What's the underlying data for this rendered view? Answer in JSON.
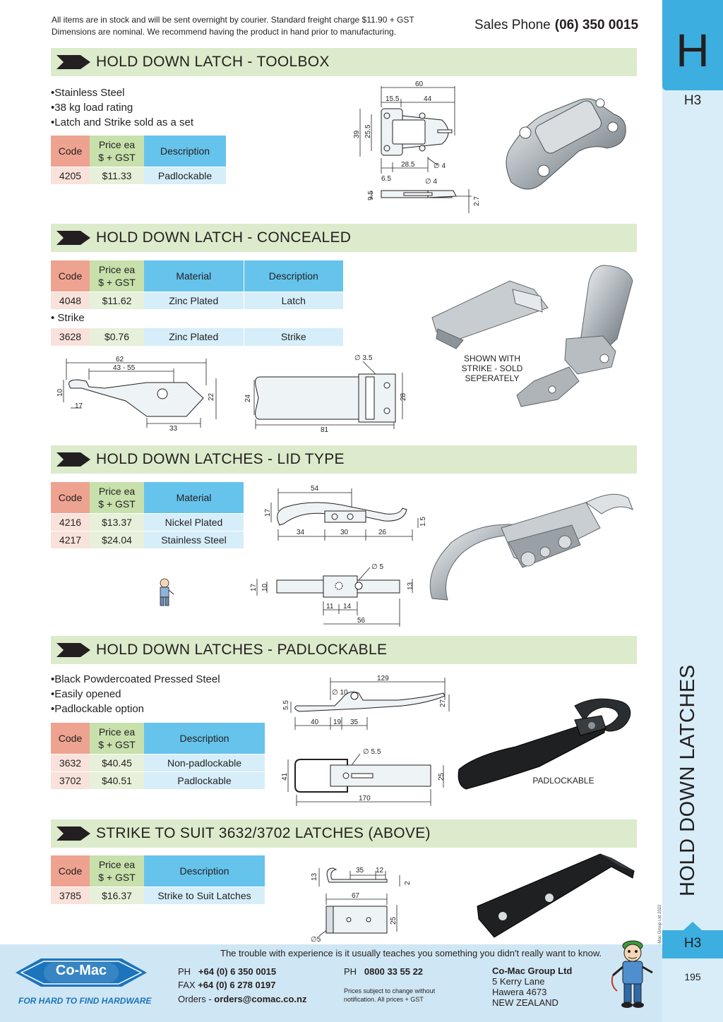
{
  "header": {
    "note_line1": "All items are in stock and will be sent overnight by courier. Standard freight charge $11.90 + GST",
    "note_line2": "Dimensions are nominal. We recommend having the product in hand prior to manufacturing.",
    "sales_label": "Sales Phone",
    "sales_phone": "(06) 350 0015"
  },
  "side_tab": {
    "letter": "H",
    "code_top": "H3",
    "vertical_title": "HOLD DOWN LATCHES",
    "copyright": "© Co-Mac Group Ltd 2022",
    "code_bottom": "H3",
    "page_number": "195"
  },
  "sections": {
    "toolbox": {
      "title": "HOLD DOWN LATCH - TOOLBOX",
      "bullets": [
        "Stainless Steel",
        "38 kg load rating",
        "Latch and Strike sold as a set"
      ],
      "headers": {
        "code": "Code",
        "price_1": "Price ea",
        "price_2": "$ + GST",
        "description": "Description"
      },
      "rows": [
        {
          "code": "4205",
          "price": "$11.33",
          "description": "Padlockable"
        }
      ],
      "dims": {
        "d60": "60",
        "d15_5": "15.5",
        "d44": "44",
        "d39": "39",
        "d25_5": "25.5",
        "d28_5": "28.5",
        "d6_5": "6.5",
        "hole1": "∅ 4",
        "hole2": "∅ 4",
        "d9_5": "9.5",
        "d2_7": "2.7"
      }
    },
    "concealed": {
      "title": "HOLD DOWN LATCH - CONCEALED",
      "headers": {
        "code": "Code",
        "price_1": "Price ea",
        "price_2": "$ + GST",
        "material": "Material",
        "description": "Description"
      },
      "rows": [
        {
          "code": "4048",
          "price": "$11.62",
          "material": "Zinc Plated",
          "description": "Latch"
        }
      ],
      "strike_label": "Strike",
      "strike_rows": [
        {
          "code": "3628",
          "price": "$0.76",
          "material": "Zinc Plated",
          "description": "Strike"
        }
      ],
      "caption_line1": "SHOWN WITH",
      "caption_line2": "STRIKE -  SOLD",
      "caption_line3": "SEPERATELY",
      "dims": {
        "d62": "62",
        "d43_55": "43 - 55",
        "d10": "10",
        "d17": "17",
        "d22": "22",
        "d33": "33",
        "hole": "∅ 3.5",
        "d24": "24",
        "d28": "28",
        "d81": "81"
      }
    },
    "lid": {
      "title": "HOLD DOWN LATCHES - LID TYPE",
      "headers": {
        "code": "Code",
        "price_1": "Price ea",
        "price_2": "$ + GST",
        "material": "Material"
      },
      "rows": [
        {
          "code": "4216",
          "price": "$13.37",
          "material": "Nickel Plated"
        },
        {
          "code": "4217",
          "price": "$24.04",
          "material": "Stainless Steel"
        }
      ],
      "dims": {
        "d54": "54",
        "d17": "17",
        "d34": "34",
        "d30": "30",
        "d26": "26",
        "d1_5": "1.5",
        "hole": "∅ 5",
        "d17b": "17",
        "d10": "10",
        "d13": "13",
        "d11": "11",
        "d14": "14",
        "d56": "56"
      }
    },
    "padlockable": {
      "title": "HOLD DOWN LATCHES - PADLOCKABLE",
      "bullets": [
        "Black Powdercoated Pressed Steel",
        "Easily opened",
        "Padlockable option"
      ],
      "headers": {
        "code": "Code",
        "price_1": "Price ea",
        "price_2": "$ + GST",
        "description": "Description"
      },
      "rows": [
        {
          "code": "3632",
          "price": "$40.45",
          "description": "Non-padlockable"
        },
        {
          "code": "3702",
          "price": "$40.51",
          "description": "Padlockable"
        }
      ],
      "caption": "PADLOCKABLE",
      "dims": {
        "d129": "129",
        "hole": "∅ 10",
        "d5_5": "5.5",
        "d27": "27",
        "d40": "40",
        "d19": "19",
        "d35": "35",
        "hole2": "∅ 5.5",
        "d41": "41",
        "d25": "25",
        "d170": "170"
      }
    },
    "strike": {
      "title": "STRIKE TO SUIT 3632/3702 LATCHES (ABOVE)",
      "headers": {
        "code": "Code",
        "price_1": "Price ea",
        "price_2": "$ + GST",
        "description": "Description"
      },
      "rows": [
        {
          "code": "3785",
          "price": "$16.37",
          "description": "Strike to Suit Latches"
        }
      ],
      "dims": {
        "d35": "35",
        "d12": "12",
        "d13": "13",
        "d2": "2",
        "d67": "67",
        "d25": "25",
        "hole": "∅5"
      }
    }
  },
  "footer": {
    "quote": "The trouble with experience is it usually teaches you something you didn't really want to know.",
    "logo_text": "Co-Mac",
    "tagline": "FOR HARD TO FIND HARDWARE",
    "ph_label": "PH",
    "ph": "+64 (0) 6 350 0015",
    "fax_label": "FAX",
    "fax": "+64 (0) 6 278 0197",
    "orders_label": "Orders -",
    "orders": "orders@comac.co.nz",
    "ph2_label": "PH",
    "ph2": "0800 33 55 22",
    "prices_note_1": "Prices subject to change without",
    "prices_note_2": "notification. All prices + GST",
    "company": "Co-Mac Group Ltd",
    "address_1": "5 Kerry Lane",
    "address_2": "Hawera 4673",
    "address_3": "NEW ZEALAND"
  },
  "colors": {
    "section_bar": "#dcebcb",
    "code_header": "#eea390",
    "price_header": "#c7e0ac",
    "blue_header": "#66c3eb",
    "tab_blue": "#3daee0",
    "brand_blue": "#1c75bc"
  }
}
